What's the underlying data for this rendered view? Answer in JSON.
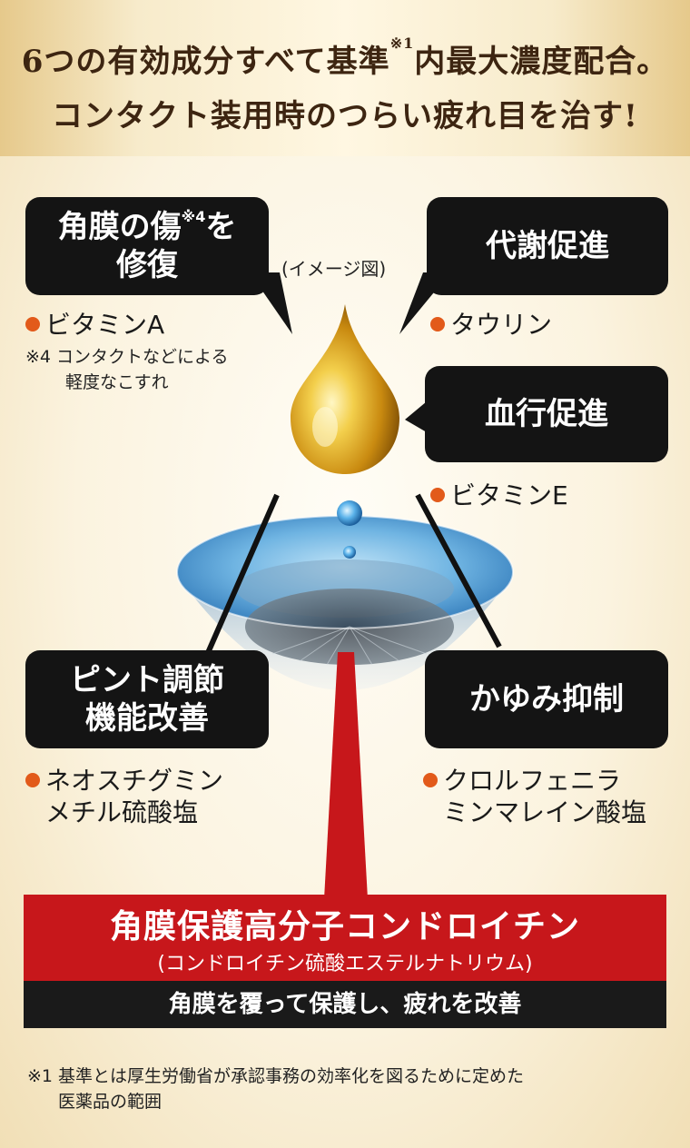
{
  "header": {
    "line1_pre": "6つの有効成分すべて基準",
    "line1_sup": "※1",
    "line1_post": "内最大濃度配合。",
    "line2": "コンタクト装用時のつらい疲れ目を治す!"
  },
  "image_note": "(イメージ図)",
  "bubbles": {
    "cornea": {
      "line1_pre": "角膜の傷",
      "line1_sup": "※4",
      "line1_post": "を",
      "line2": "修復"
    },
    "metabolism": "代謝促進",
    "blood": "血行促進",
    "focus": {
      "line1": "ピント調節",
      "line2": "機能改善"
    },
    "itch": "かゆみ抑制"
  },
  "ingredients": {
    "vitamin_a": "ビタミンA",
    "taurine": "タウリン",
    "vitamin_e": "ビタミンE",
    "neostigmine": {
      "line1": "ネオスチグミン",
      "line2": "メチル硫酸塩"
    },
    "chlorphen": {
      "line1": "クロルフェニラ",
      "line2": "ミンマレイン酸塩"
    }
  },
  "note4": {
    "line1": "※4 コンタクトなどによる",
    "line2": "軽度なこすれ"
  },
  "highlight": {
    "title": "角膜保護高分子コンドロイチン",
    "subtitle": "(コンドロイチン硫酸エステルナトリウム)",
    "bar": "角膜を覆って保護し、疲れを改善"
  },
  "footnote": {
    "line1": "※1 基準とは厚生労働省が承認事務の効率化を図るために定めた",
    "line2": "医薬品の範囲"
  },
  "colors": {
    "accent_red": "#c7171b",
    "dot_orange": "#e25a1a",
    "bubble_black": "#141414",
    "gold": "#d9a520"
  }
}
